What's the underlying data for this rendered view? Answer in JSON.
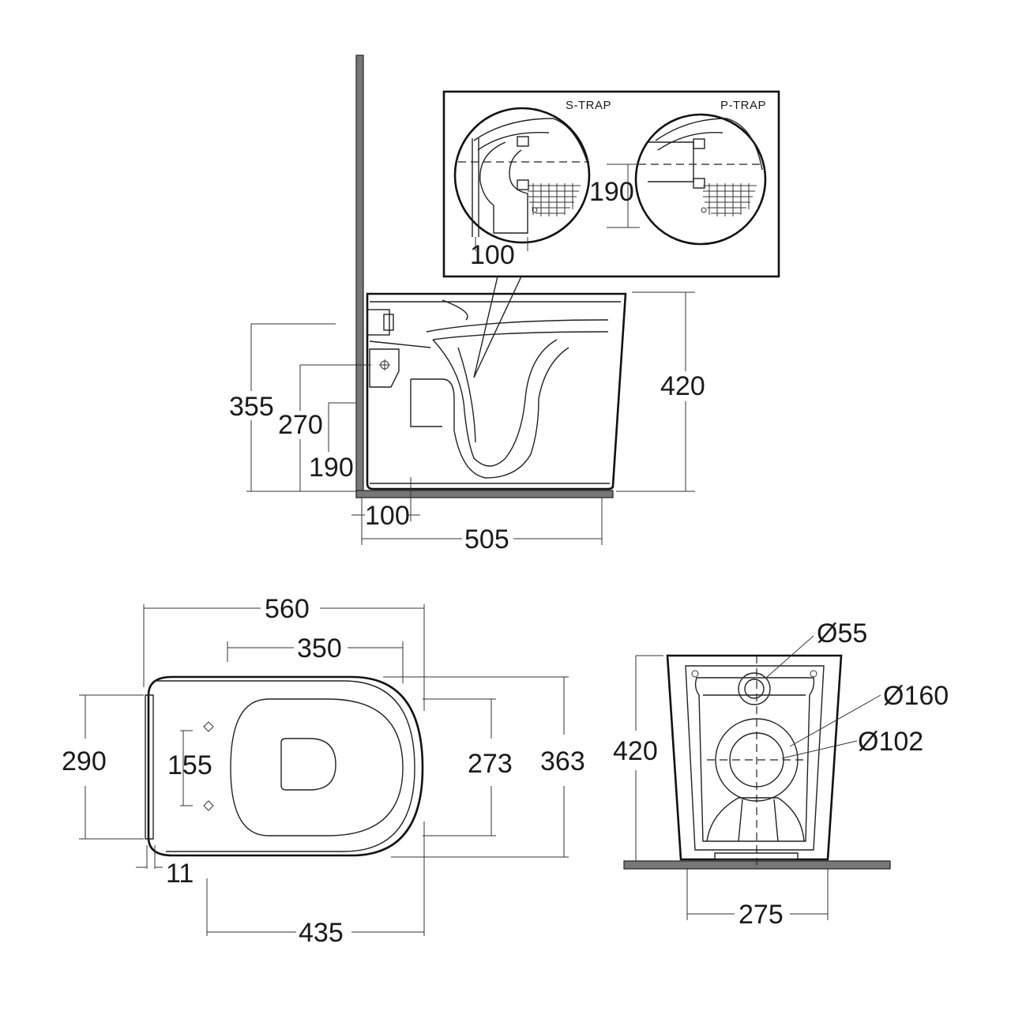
{
  "side_view": {
    "trap_labels": {
      "s_trap": "S-TRAP",
      "p_trap": "P-TRAP"
    },
    "dimensions": {
      "s_trap_offset": "100",
      "p_trap_height": "190",
      "total_height": "420",
      "height_355": "355",
      "height_270": "270",
      "height_190": "190",
      "wall_offset": "100",
      "depth": "505"
    }
  },
  "top_view": {
    "dimensions": {
      "length": "560",
      "seat_length": "350",
      "width": "290",
      "fixing_spacing": "155",
      "seat_width": "273",
      "overall_width": "363",
      "back_thickness": "11",
      "fixing_to_front": "435"
    }
  },
  "back_view": {
    "dimensions": {
      "water_inlet": "Ø55",
      "outlet_outer": "Ø160",
      "outlet_inner": "Ø102",
      "height": "420",
      "base_width": "275"
    }
  }
}
